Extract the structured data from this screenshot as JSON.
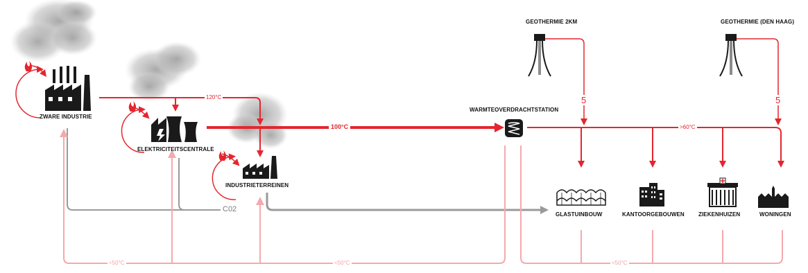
{
  "nodes": {
    "heavy_industry": "ZWARE INDUSTRIE",
    "power_plant": "ELEKTRICITEITSCENTRALE",
    "industrial_estates": "INDUSTRIETERREINEN",
    "heat_exchange_station": "WARMTEOVERDRACHTSTATION",
    "geothermal_2km": "GEOTHERMIE 2KM",
    "geothermal_den_haag": "GEOTHERMIE (DEN HAAG)",
    "greenhouses": "GLASTUINBOUW",
    "offices": "KANTOORGEBOUWEN",
    "hospitals": "ZIEKENHUIZEN",
    "homes": "WONINGEN"
  },
  "flows": {
    "temp_120": "120°C",
    "temp_100": "100°C",
    "temp_60": ">60°C",
    "temp_return_left": "<50°C",
    "temp_return_mid": "<50°C",
    "temp_return_right": "<50°C",
    "co2": "C02",
    "geo_1_mark": "5",
    "geo_2_mark": "5"
  },
  "colors": {
    "hot": "#e3262f",
    "return": "#f4a9ad",
    "co2_line": "#9a9a9a",
    "icon": "#1a1a1a"
  }
}
